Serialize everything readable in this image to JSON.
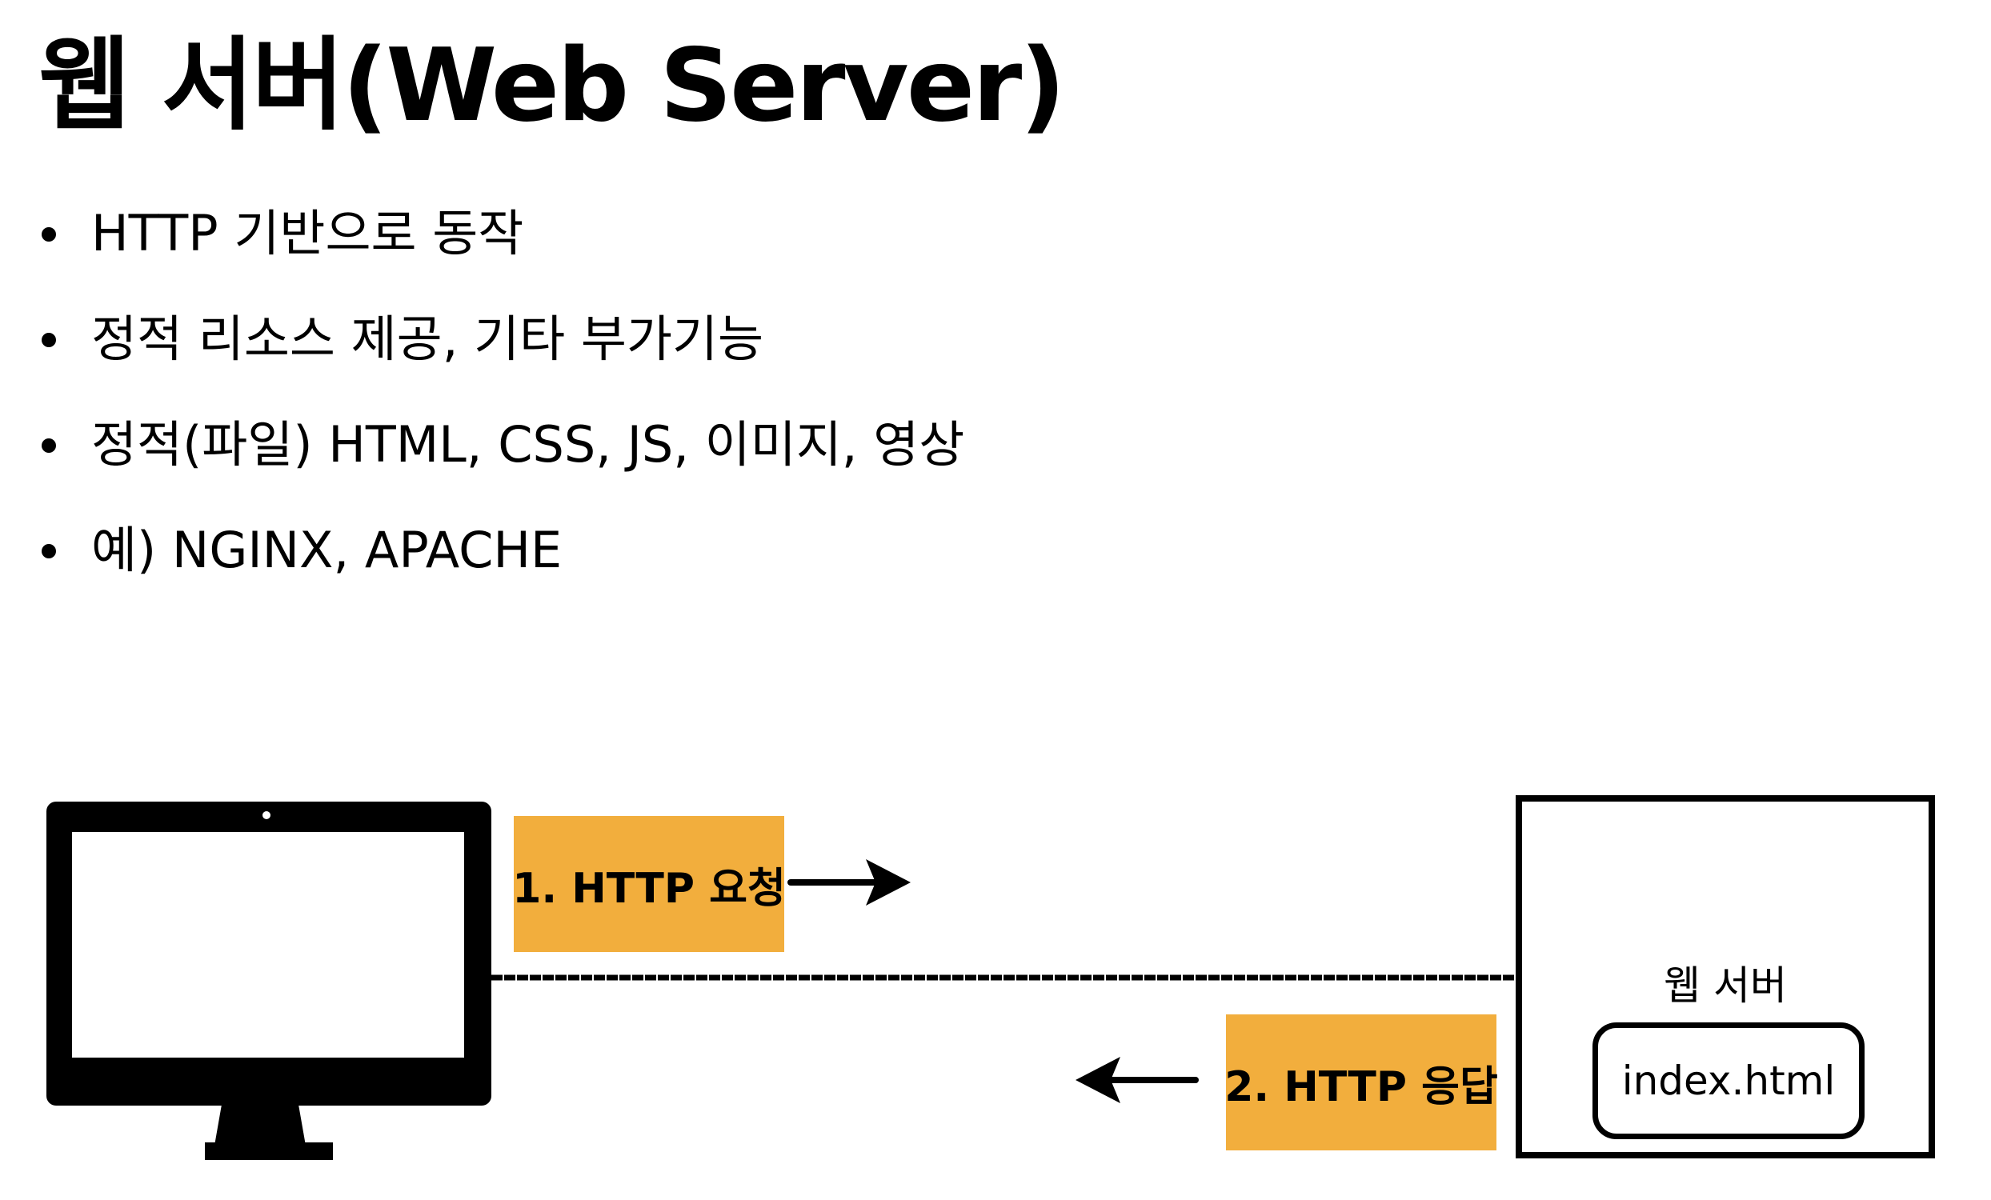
{
  "title": "웹 서버(Web Server)",
  "bullets": [
    "HTTP 기반으로 동작",
    "정적 리소스 제공, 기타 부가기능",
    "정적(파일) HTML, CSS, JS, 이미지, 영상",
    "예) NGINX, APACHE"
  ],
  "diagram": {
    "request_label": "1. HTTP 요청",
    "response_label": "2. HTTP 응답",
    "server_label": "웹 서버",
    "file_label": "index.html",
    "label_color": "#f2ae3d",
    "icons": {
      "client": "monitor-icon",
      "request_arrow": "arrow-right-icon",
      "response_arrow": "arrow-left-icon"
    }
  }
}
